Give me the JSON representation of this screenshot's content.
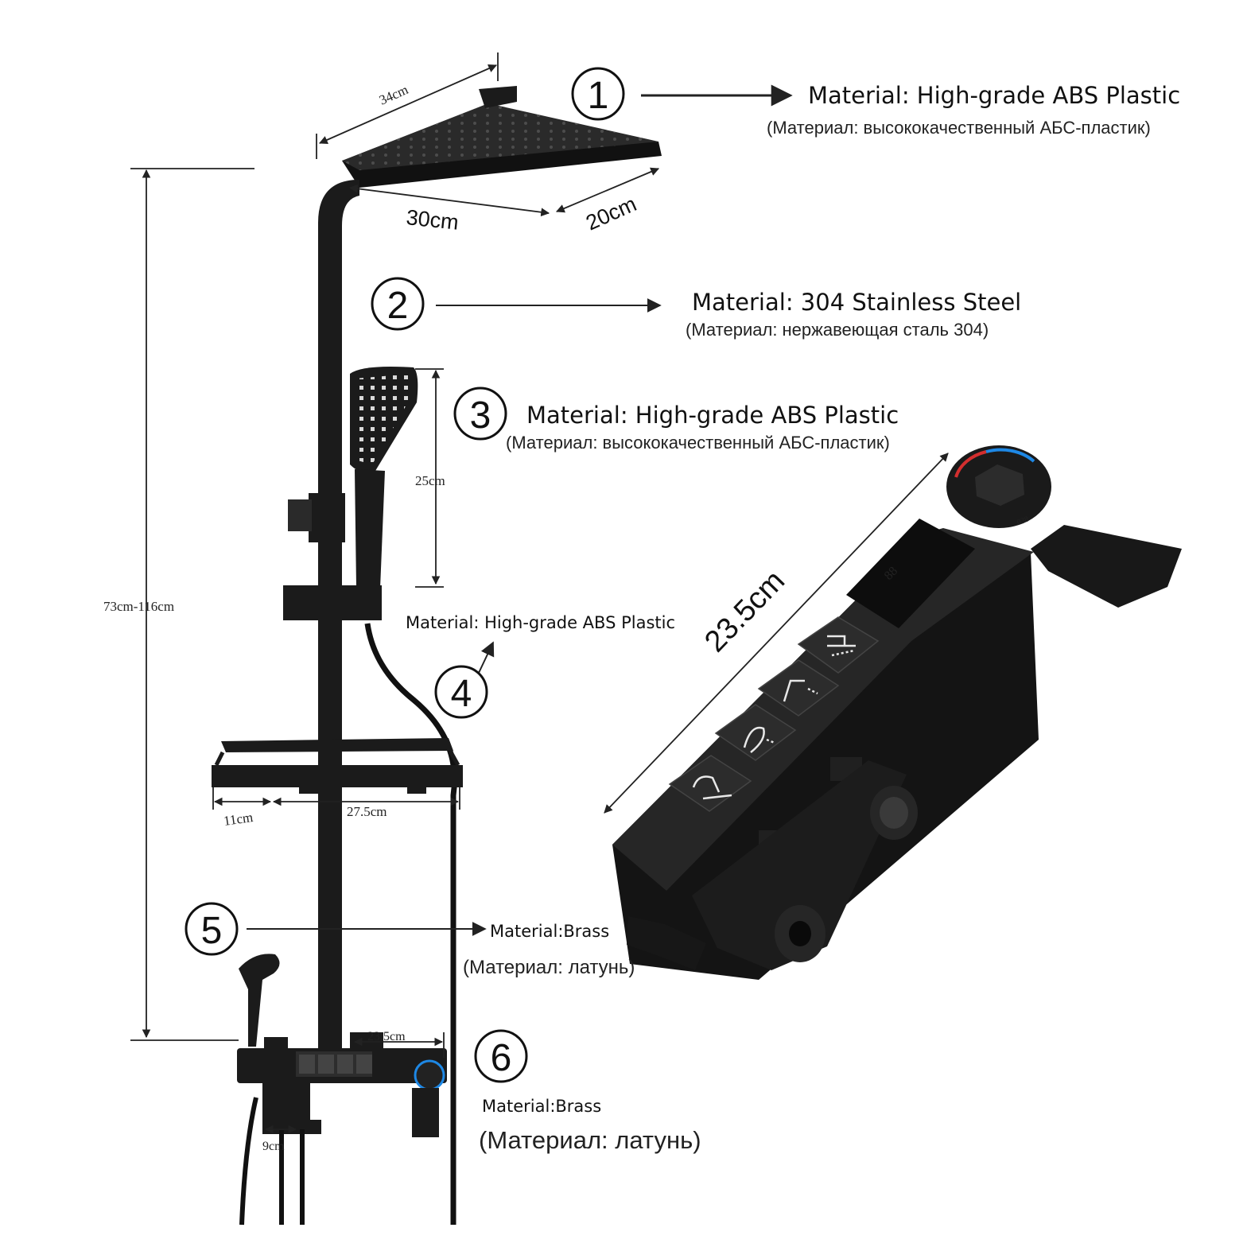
{
  "callouts": [
    {
      "number": "1",
      "material": "Material: High-grade ABS Plastic",
      "material_ru": "(Материал: высококачественный АБС-пластик)"
    },
    {
      "number": "2",
      "material": "Material: 304 Stainless Steel",
      "material_ru": "(Материал: нержавеющая сталь 304)"
    },
    {
      "number": "3",
      "material": "Material: High-grade ABS Plastic",
      "material_ru": "(Материал: высококачественный АБС-пластик)"
    },
    {
      "number": "4",
      "material": "Material: High-grade ABS Plastic",
      "material_ru": ""
    },
    {
      "number": "5",
      "material": "Material:Brass",
      "material_ru": "(Материал: латунь)"
    },
    {
      "number": "6",
      "material": "Material:Brass",
      "material_ru": "(Материал: латунь)"
    }
  ],
  "dimensions": {
    "head_diagonal": "34cm",
    "head_width": "30cm",
    "head_depth": "20cm",
    "hand_shower_length": "25cm",
    "total_height": "73cm-116cm",
    "shelf_depth": "11cm",
    "shelf_width": "27.5cm",
    "mixer_small": "23.5cm",
    "mixer_big": "23.5cm",
    "outlet_depth": "9cm"
  },
  "colors": {
    "product": "#1b1b1b",
    "line": "#222222",
    "hot": "#d32f2f",
    "cold": "#1e88e5"
  },
  "icons": [
    "rain-shower-icon",
    "hand-shower-icon",
    "spray-icon",
    "tub-spout-icon"
  ]
}
